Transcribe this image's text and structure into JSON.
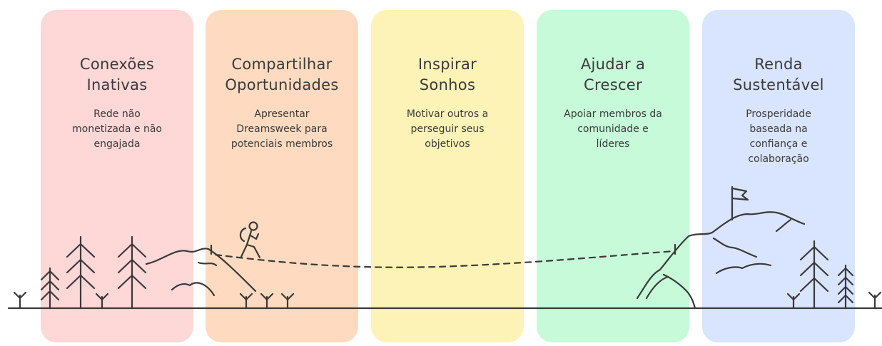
{
  "steps": [
    {
      "title": "Conexões\nInativas",
      "description": "Rede não\nmonetizada e não\nengajada",
      "color": "#fed7d7"
    },
    {
      "title": "Compartilhar\nOportunidades",
      "description": "Apresentar\nDreamsweek para\npotenciais membros",
      "color": "#fedbc0"
    },
    {
      "title": "Inspirar\nSonhos",
      "description": "Motivar outros a\nperseguir seus\nobjetivos",
      "color": "#fef3b7"
    },
    {
      "title": "Ajudar a\nCrescer",
      "description": "Apoiar membros da\ncomunidade e\nlíderes",
      "color": "#c6fad9"
    },
    {
      "title": "Renda\nSustentável",
      "description": "Prosperidade\nbaseada na\nconfiança e\ncolaboração",
      "color": "#d9e4fe"
    }
  ],
  "illustration": {
    "icons": [
      "pine-tree-icon",
      "hiker-icon",
      "mountain-icon",
      "summit-flag-icon",
      "grass-icon"
    ],
    "line_color": "#3a3a3a"
  }
}
